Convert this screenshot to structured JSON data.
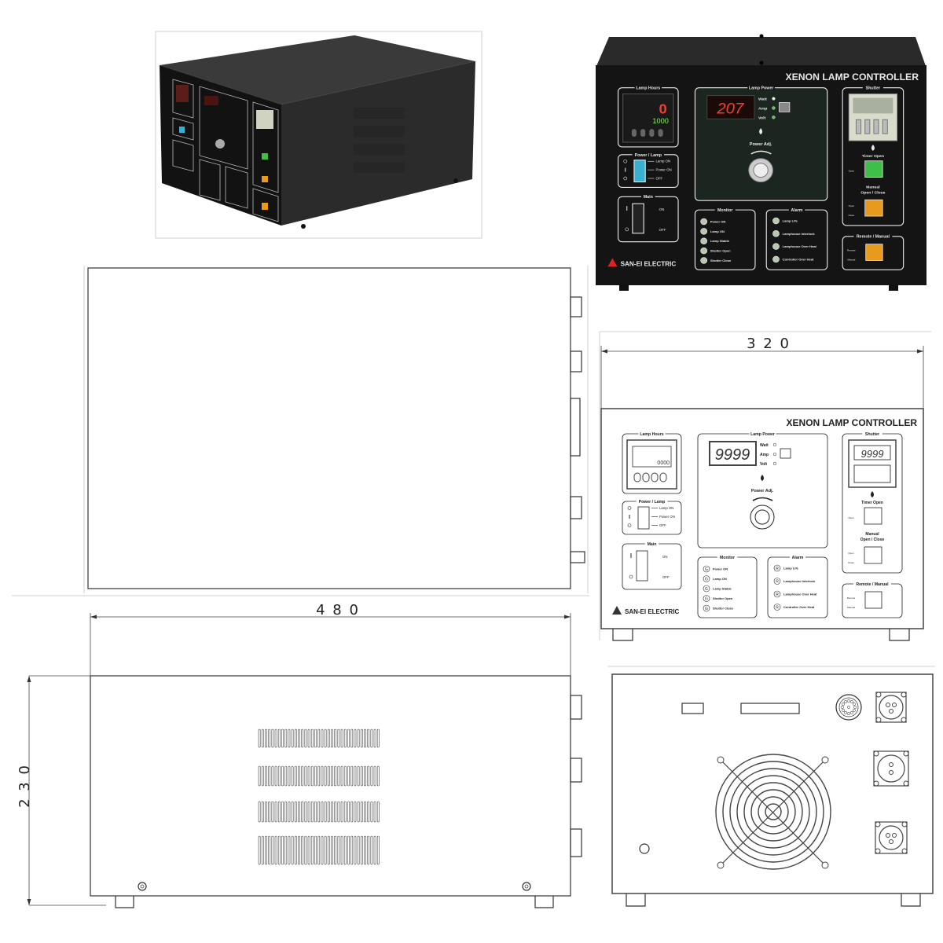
{
  "dimensions": {
    "width": "4 8 0",
    "depth": "3 2 0",
    "height": "2 3 0"
  },
  "panel": {
    "title": "XENON LAMP CONTROLLER",
    "brand": "SAN-EI ELECTRIC",
    "lamp_hours": {
      "label": "Lamp Hours"
    },
    "lamp_power": {
      "label": "Lamp Power",
      "modes": [
        "Watt",
        "Amp",
        "Volt"
      ],
      "adj_label": "Power Adj."
    },
    "power_lamp": {
      "label": "Power / Lamp",
      "positions": [
        "Lamp ON",
        "Power ON",
        "OFF"
      ]
    },
    "main": {
      "label": "Main",
      "positions": [
        "ON",
        "OFF"
      ]
    },
    "monitor": {
      "label": "Monitor",
      "indicator": "G",
      "items": [
        "Power ON",
        "Lamp ON",
        "Lamp Stable",
        "Shutter Open",
        "Shutter Close"
      ]
    },
    "alarm": {
      "label": "Alarm",
      "indicator": "R",
      "items": [
        "Lamp Life",
        "Lamphouse Interlock",
        "Lamphouse Over Heat",
        "Controller Over Heat"
      ]
    },
    "shutter": {
      "label": "Shutter",
      "timer_open": "Timer Open",
      "open": "Open",
      "manual": "Manual",
      "open_close": "Open / Close",
      "close": "Close"
    },
    "remote_manual": {
      "label": "Remote / Manual",
      "remote": "Remote",
      "manual": "Manual"
    }
  },
  "photo_front": {
    "lamp_power_display": "207",
    "lamp_hours_value": "0",
    "lamp_hours_set": "1000"
  },
  "drawing_front": {
    "lamp_power_display": "9999",
    "shutter_display": "9999",
    "lamp_hours_set": "0000"
  },
  "colors": {
    "photo_body": "#151515",
    "photo_stroke": "#dddddd",
    "display_red": "#ff3a2a",
    "display_green": "#7dff4a",
    "button_green": "#3fbf4a",
    "button_orange": "#e89a1c",
    "switch_cyan": "#3ab0d0",
    "drawing_line": "#333333"
  }
}
